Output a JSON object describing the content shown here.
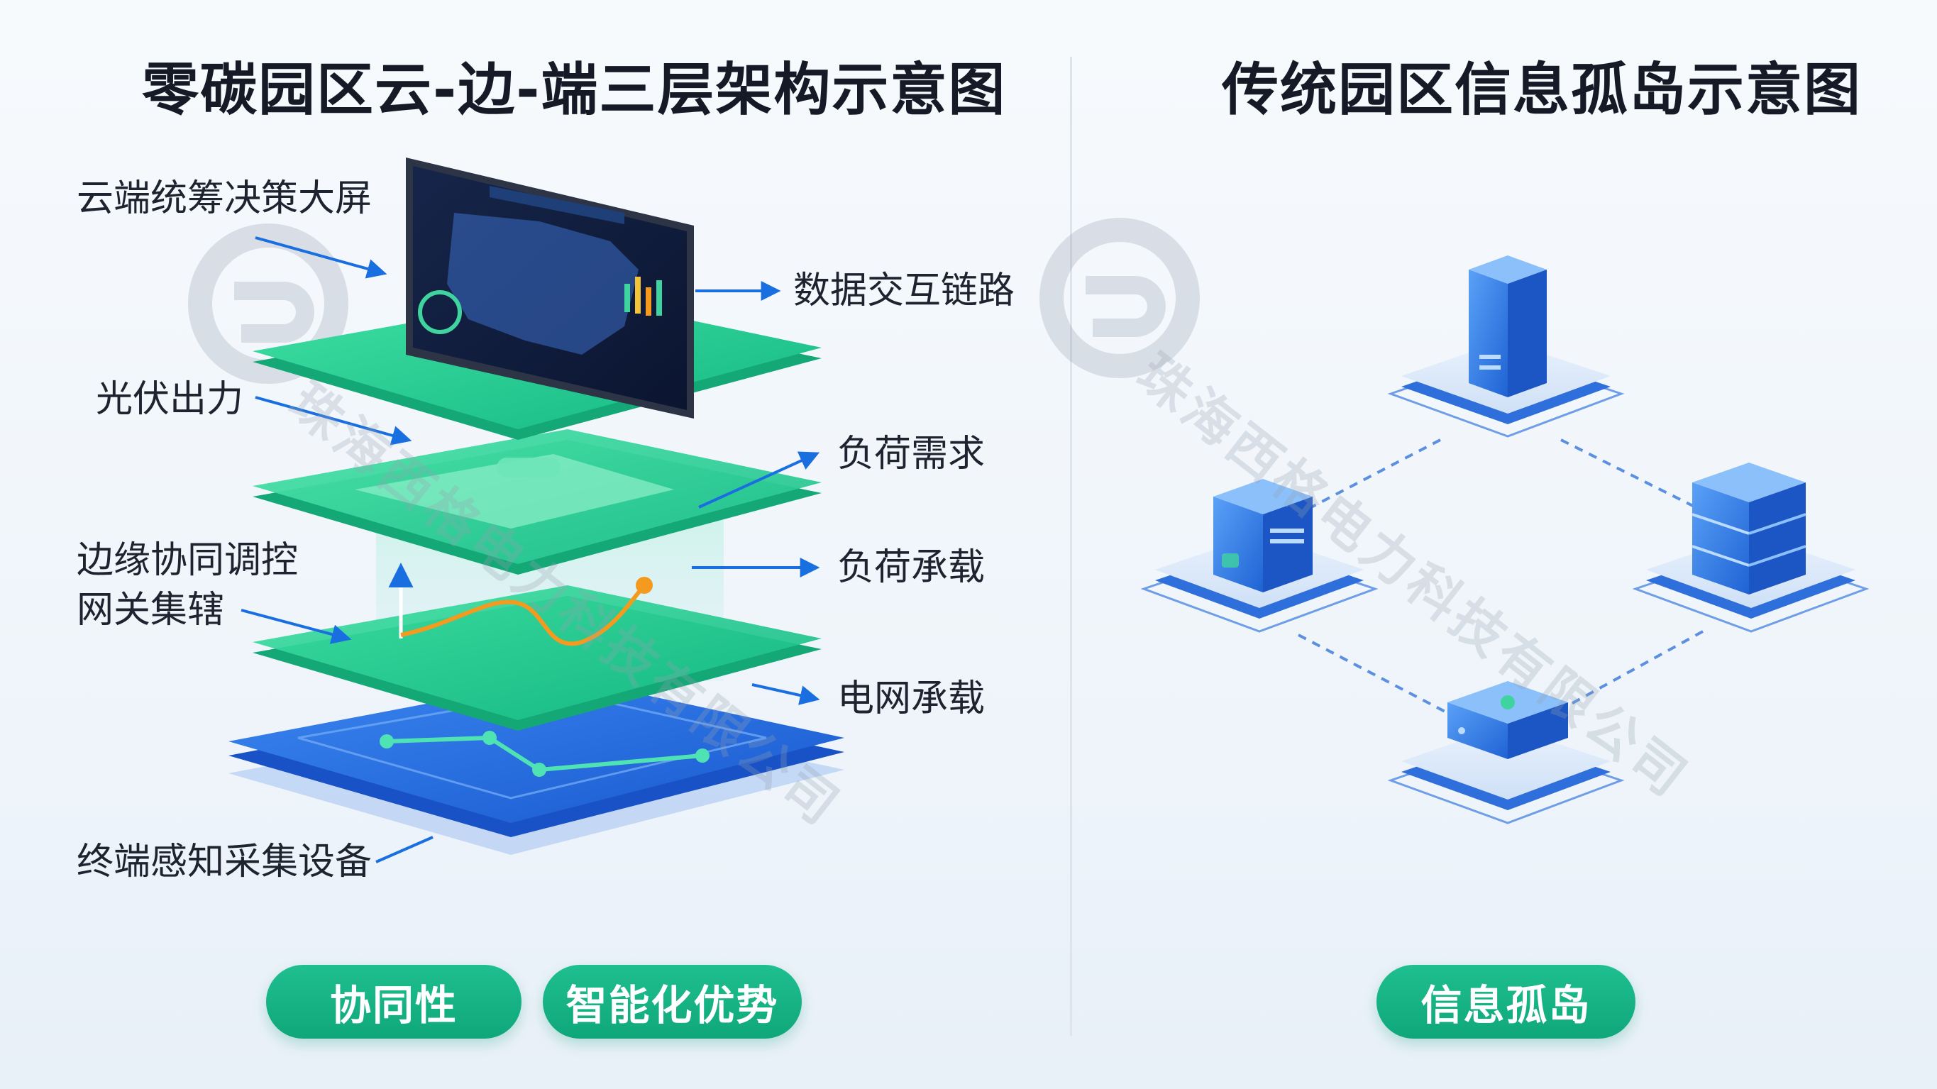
{
  "titles": {
    "left": "零碳园区云-边-端三层架构示意图",
    "right": "传统园区信息孤岛示意图"
  },
  "labels": {
    "cloud_screen": "云端统筹决策大屏",
    "data_link": "数据交互链路",
    "pv_output": "光伏出力",
    "load_demand": "负荷需求",
    "edge_gateway_line1": "边缘协同调控",
    "edge_gateway_line2": "网关集辖",
    "load_bearing": "负荷承载",
    "grid_bearing": "电网承载",
    "terminal_devices": "终端感知采集设备"
  },
  "buttons": {
    "synergy": "协同性",
    "intelligence": "智能化优势",
    "info_island": "信息孤岛"
  },
  "watermark": {
    "company": "珠海西格电力科技有限公司"
  },
  "colors": {
    "layer_green": "#22cc8f",
    "layer_blue": "#1f6ce0",
    "pill_green": "#12b07f",
    "arrow_blue": "#1a6fe0",
    "server_blue": "#2f7ae6"
  }
}
